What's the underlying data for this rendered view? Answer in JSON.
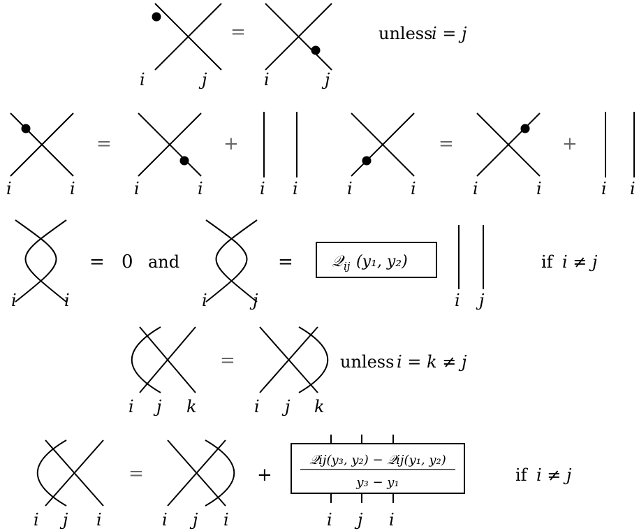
{
  "relations": {
    "r1": {
      "labels_left": [
        "i",
        "j"
      ],
      "labels_right": [
        "i",
        "j"
      ],
      "equals": "=",
      "condition_word": "unless",
      "condition_math": "i = j"
    },
    "r2a": {
      "labels_left": [
        "i",
        "i"
      ],
      "labels_mid": [
        "i",
        "i"
      ],
      "labels_right": [
        "i",
        "i"
      ],
      "equals": "=",
      "plus": "+"
    },
    "r2b": {
      "labels_left": [
        "i",
        "i"
      ],
      "labels_mid": [
        "i",
        "i"
      ],
      "labels_right": [
        "i",
        "i"
      ],
      "equals": "=",
      "plus": "+"
    },
    "r3": {
      "labels_left": [
        "i",
        "i"
      ],
      "equals1": "=",
      "zero": "0",
      "and_word": "and",
      "labels_mid": [
        "i",
        "j"
      ],
      "equals2": "=",
      "box_main": "𝒬",
      "box_sub": "ij",
      "box_args": "(y₁, y₂)",
      "labels_strands": [
        "i",
        "j"
      ],
      "condition_word": "if",
      "condition_math": "i ≠ j"
    },
    "r4": {
      "labels_left": [
        "i",
        "j",
        "k"
      ],
      "labels_right": [
        "i",
        "j",
        "k"
      ],
      "equals": "=",
      "condition_word": "unless",
      "condition_math": "i = k ≠ j"
    },
    "r5": {
      "labels_left": [
        "i",
        "j",
        "i"
      ],
      "labels_mid": [
        "i",
        "j",
        "i"
      ],
      "equals": "=",
      "plus": "+",
      "numerator": "𝒬ij(y₃, y₂) − 𝒬ij(y₁, y₂)",
      "denominator": "y₃ − y₁",
      "labels_box": [
        "i",
        "j",
        "i"
      ],
      "condition_word": "if",
      "condition_math": "i ≠ j"
    }
  }
}
